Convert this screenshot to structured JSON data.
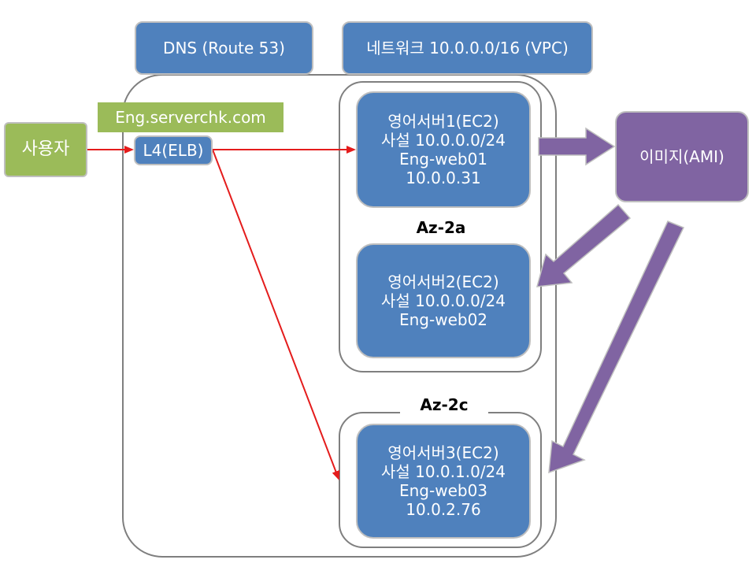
{
  "dns": {
    "label": "DNS (Route 53)"
  },
  "vpc": {
    "label": "네트워크 10.0.0.0/16 (VPC)"
  },
  "domain_name": {
    "label": "Eng.serverchk.com"
  },
  "user": {
    "label": "사용자"
  },
  "elb": {
    "label": "L4(ELB)"
  },
  "ami": {
    "label": "이미지(AMI)"
  },
  "zones": {
    "a": "Az-2a",
    "c": "Az-2c"
  },
  "servers": [
    {
      "lines": [
        "영어서버1(EC2)",
        "사설 10.0.0.0/24",
        "Eng-web01",
        "10.0.0.31"
      ]
    },
    {
      "lines": [
        "영어서버2(EC2)",
        "사설 10.0.0.0/24",
        "Eng-web02"
      ]
    },
    {
      "lines": [
        "영어서버3(EC2)",
        "사설 10.0.1.0/24",
        "Eng-web03",
        "10.0.2.76"
      ]
    }
  ],
  "colors": {
    "box_blue": "#4f81bd",
    "box_green": "#9bbb59",
    "box_purple": "#8064a2",
    "arrow_red": "#e41c1c",
    "arrow_purple": "#8064a2",
    "outline_gray": "#7f7f7f"
  }
}
